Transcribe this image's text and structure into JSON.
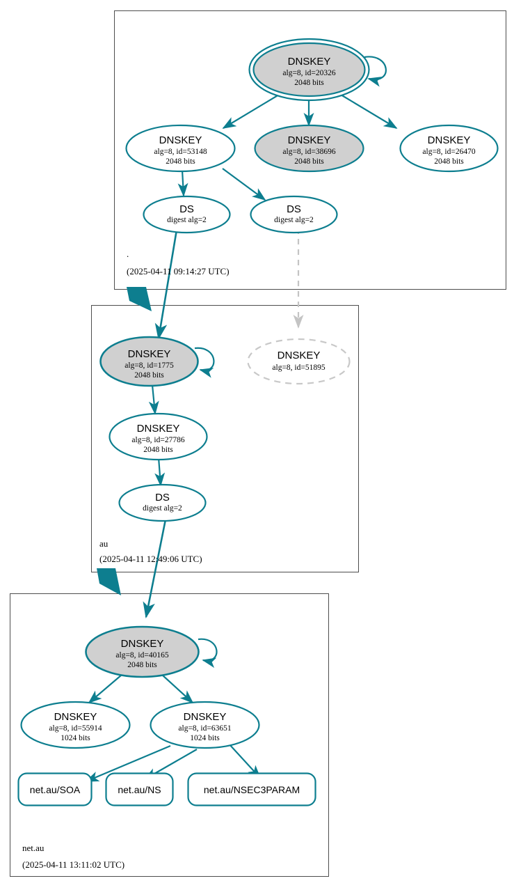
{
  "diagram": {
    "type": "dnssec-authentication-chain",
    "colors": {
      "accent": "#0d7e8f",
      "secure_fill": "#d0d0d0",
      "insecure_stroke": "#cccccc",
      "zone_border": "#4d4d4d",
      "background": "#ffffff",
      "text": "#000000"
    }
  },
  "zones": [
    {
      "id": "root",
      "name": ".",
      "timestamp": "(2025-04-11 09:14:27 UTC)",
      "nodes": [
        {
          "id": "root-ksk",
          "kind": "dnskey",
          "style": "trust-anchor",
          "title": "DNSKEY",
          "line2": "alg=8, id=20326",
          "line3": "2048 bits"
        },
        {
          "id": "root-zsk-53148",
          "kind": "dnskey",
          "style": "secure-outline",
          "title": "DNSKEY",
          "line2": "alg=8, id=53148",
          "line3": "2048 bits"
        },
        {
          "id": "root-zsk-38696",
          "kind": "dnskey",
          "style": "secure-filled",
          "title": "DNSKEY",
          "line2": "alg=8, id=38696",
          "line3": "2048 bits"
        },
        {
          "id": "root-zsk-26470",
          "kind": "dnskey",
          "style": "secure-outline",
          "title": "DNSKEY",
          "line2": "alg=8, id=26470",
          "line3": "2048 bits"
        },
        {
          "id": "root-ds-left",
          "kind": "ds",
          "style": "secure-outline",
          "title": "DS",
          "line2": "digest alg=2",
          "line3": ""
        },
        {
          "id": "root-ds-right",
          "kind": "ds",
          "style": "secure-outline",
          "title": "DS",
          "line2": "digest alg=2",
          "line3": ""
        }
      ]
    },
    {
      "id": "au",
      "name": "au",
      "timestamp": "(2025-04-11 12:49:06 UTC)",
      "nodes": [
        {
          "id": "au-ksk-1775",
          "kind": "dnskey",
          "style": "secure-filled",
          "title": "DNSKEY",
          "line2": "alg=8, id=1775",
          "line3": "2048 bits"
        },
        {
          "id": "au-key-51895",
          "kind": "dnskey",
          "style": "insecure-dashed",
          "title": "DNSKEY",
          "line2": "alg=8, id=51895",
          "line3": ""
        },
        {
          "id": "au-zsk-27786",
          "kind": "dnskey",
          "style": "secure-outline",
          "title": "DNSKEY",
          "line2": "alg=8, id=27786",
          "line3": "2048 bits"
        },
        {
          "id": "au-ds",
          "kind": "ds",
          "style": "secure-outline",
          "title": "DS",
          "line2": "digest alg=2",
          "line3": ""
        }
      ]
    },
    {
      "id": "netau",
      "name": "net.au",
      "timestamp": "(2025-04-11 13:11:02 UTC)",
      "nodes": [
        {
          "id": "netau-ksk-40165",
          "kind": "dnskey",
          "style": "secure-filled",
          "title": "DNSKEY",
          "line2": "alg=8, id=40165",
          "line3": "2048 bits"
        },
        {
          "id": "netau-key-55914",
          "kind": "dnskey",
          "style": "secure-outline",
          "title": "DNSKEY",
          "line2": "alg=8, id=55914",
          "line3": "1024 bits"
        },
        {
          "id": "netau-key-63651",
          "kind": "dnskey",
          "style": "secure-outline",
          "title": "DNSKEY",
          "line2": "alg=8, id=63651",
          "line3": "1024 bits"
        }
      ],
      "records": [
        {
          "id": "rr-soa",
          "label": "net.au/SOA"
        },
        {
          "id": "rr-ns",
          "label": "net.au/NS"
        },
        {
          "id": "rr-nsec3param",
          "label": "net.au/NSEC3PARAM"
        }
      ]
    }
  ]
}
